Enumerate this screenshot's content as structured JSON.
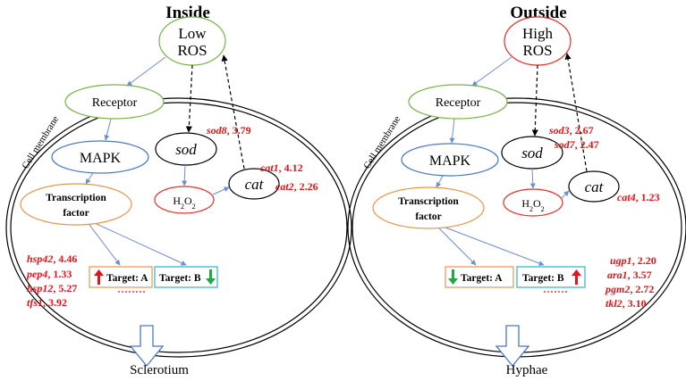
{
  "panels": [
    {
      "title": "Inside",
      "ros": [
        "Low",
        "ROS"
      ],
      "receptor": "Receptor",
      "membrane_label": "Cell membrane",
      "mapk": "MAPK",
      "tf": [
        "Transcription",
        "factor"
      ],
      "sod": "sod",
      "h2o2": "H2O2",
      "cat": "cat",
      "sod_genes": [
        {
          "gene": "sod8",
          "value": ", 3.79"
        }
      ],
      "cat_genes": [
        {
          "gene": "cat1",
          "value": ", 4.12"
        },
        {
          "gene": "cat2",
          "value": ", 2.26"
        }
      ],
      "left_genes": [
        {
          "gene": "hsp42",
          "value": ", 4.46"
        },
        {
          "gene": "pep4",
          "value": ", 1.33"
        },
        {
          "gene": "hsp12",
          "value": ", 5.27"
        },
        {
          "gene": "tfs1",
          "value": ", 3.92"
        }
      ],
      "right_genes": [],
      "target_a": "Target: A",
      "target_b": "Target: B",
      "target_a_arrow": "up",
      "target_b_arrow": "down",
      "outcome": "Sclerotium"
    },
    {
      "title": "Outside",
      "ros": [
        "High",
        "ROS"
      ],
      "receptor": "Receptor",
      "membrane_label": "Cell membrane",
      "mapk": "MAPK",
      "tf": [
        "Transcription",
        "factor"
      ],
      "sod": "sod",
      "h2o2": "H2O2",
      "cat": "cat",
      "sod_genes": [
        {
          "gene": "sod3",
          "value": ", 2.67"
        },
        {
          "gene": "sod7",
          "value": ", 2.47"
        }
      ],
      "cat_genes": [
        {
          "gene": "cat4",
          "value": ", 1.23"
        }
      ],
      "left_genes": [],
      "right_genes": [
        {
          "gene": "ugp1",
          "value": ", 2.20"
        },
        {
          "gene": "ara1",
          "value": ", 3.57"
        },
        {
          "gene": "pgm2",
          "value": ", 2.72"
        },
        {
          "gene": "tkl2",
          "value": ", 3.10"
        }
      ],
      "target_a": "Target: A",
      "target_b": "Target: B",
      "target_a_arrow": "down",
      "target_b_arrow": "up",
      "outcome": "Hyphae"
    }
  ],
  "colors": {
    "green": "#77b54a",
    "red_outline": "#e0302a",
    "blue_outline": "#4a78c2",
    "orange_outline": "#e8964a",
    "teal_outline": "#2ab5c8",
    "arrow_blue": "#6a8fd0",
    "gene_red": "#e8121a",
    "up_arrow": "#e8121a",
    "down_arrow": "#1fa844"
  }
}
